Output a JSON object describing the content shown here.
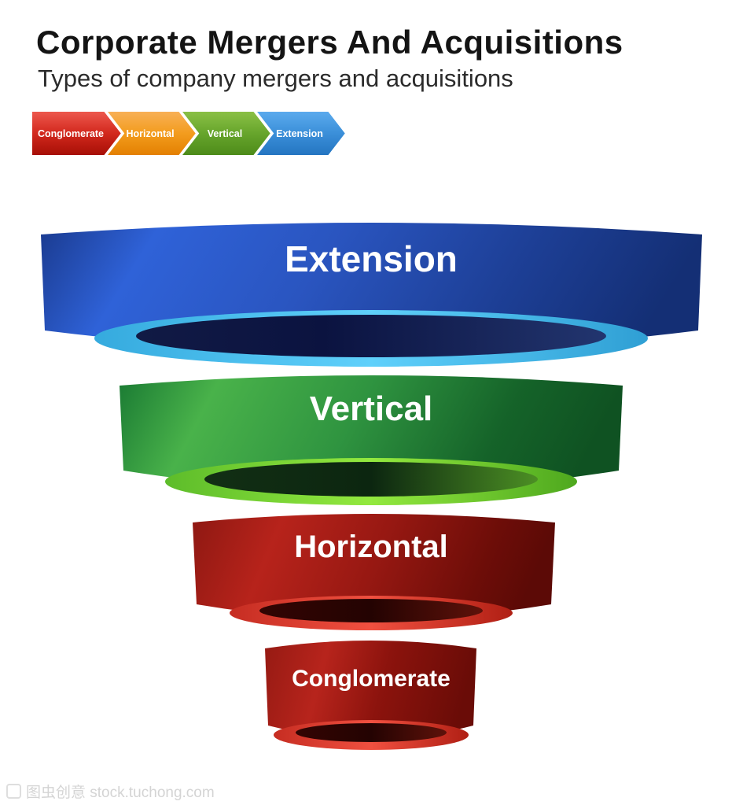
{
  "title": "Corporate Mergers And Acquisitions",
  "subtitle": "Types of company mergers and acquisitions",
  "legend_arrows": [
    {
      "label": "Conglomerate",
      "color": "#c8221a"
    },
    {
      "label": "Horizontal",
      "color": "#f29a1d"
    },
    {
      "label": "Vertical",
      "color": "#63a22b"
    },
    {
      "label": "Extension",
      "color": "#3d8fd6"
    }
  ],
  "funnel_tiers": [
    {
      "label": "Extension",
      "color": "#2b57c8"
    },
    {
      "label": "Vertical",
      "color": "#2f9e43"
    },
    {
      "label": "Horizontal",
      "color": "#a31d17"
    },
    {
      "label": "Conglomerate",
      "color": "#a31d17"
    }
  ],
  "watermark": "图虫创意 stock.tuchong.com"
}
